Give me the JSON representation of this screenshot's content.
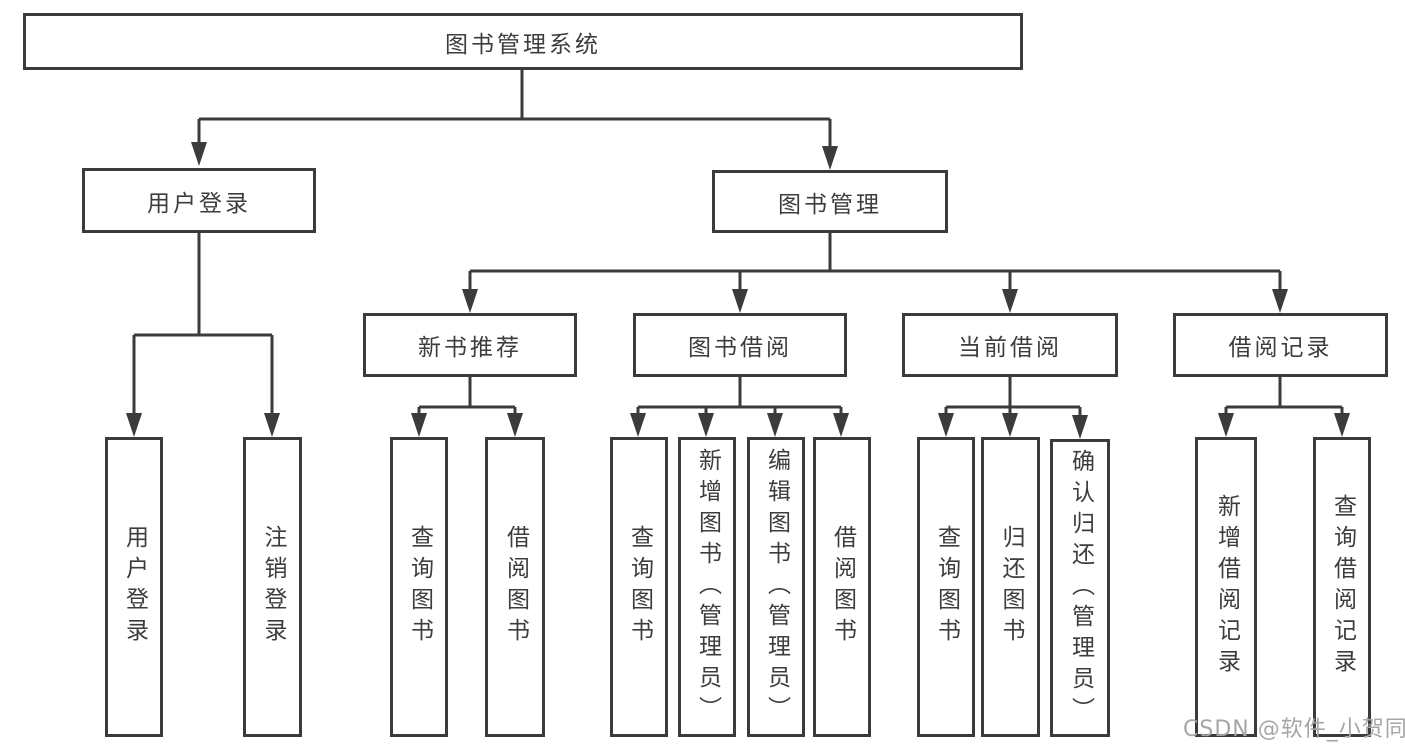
{
  "diagram_title": "图书管理系统",
  "tree": {
    "label": "图书管理系统",
    "children": [
      {
        "label": "用户登录",
        "children": [
          {
            "label": "用户登录"
          },
          {
            "label": "注销登录"
          }
        ]
      },
      {
        "label": "图书管理",
        "children": [
          {
            "label": "新书推荐",
            "children": [
              {
                "label": "查询图书"
              },
              {
                "label": "借阅图书"
              }
            ]
          },
          {
            "label": "图书借阅",
            "children": [
              {
                "label": "查询图书"
              },
              {
                "label": "新增图书（管理员）"
              },
              {
                "label": "编辑图书（管理员）"
              },
              {
                "label": "借阅图书"
              }
            ]
          },
          {
            "label": "当前借阅",
            "children": [
              {
                "label": "查询图书"
              },
              {
                "label": "归还图书"
              },
              {
                "label": "确认归还（管理员）"
              }
            ]
          },
          {
            "label": "借阅记录",
            "children": [
              {
                "label": "新增借阅记录"
              },
              {
                "label": "查询借阅记录"
              }
            ]
          }
        ]
      }
    ]
  },
  "watermark": {
    "text": "CSDN @软件_小贺同学"
  },
  "colors": {
    "line": "#3b3b3b",
    "box_border": "#3b3b3b",
    "text": "#3d3d3d",
    "background": "#ffffff",
    "watermark": "#a6a6a6"
  }
}
